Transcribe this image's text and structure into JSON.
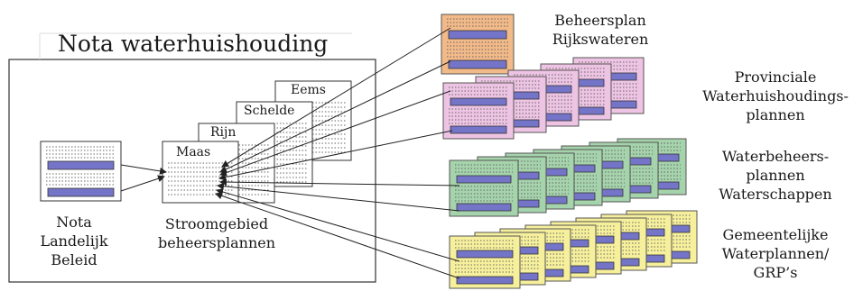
{
  "title": "Nota waterhuishouding",
  "national": {
    "label_lines": [
      "Nota",
      "Landelijk",
      "Beleid"
    ]
  },
  "river_basins": {
    "tabs": [
      "Eems",
      "Schelde",
      "Rijn",
      "Maas"
    ],
    "label_lines": [
      "Stroomgebied",
      "beheersplannen"
    ]
  },
  "plan_groups": [
    {
      "label_lines": [
        "Beheersplan",
        "Rijkswateren"
      ],
      "color": "#f2b989"
    },
    {
      "label_lines": [
        "Provinciale",
        "Waterhuishoudings-",
        "plannen"
      ],
      "color": "#eec4e4"
    },
    {
      "label_lines": [
        "Waterbeheers-",
        "plannen",
        "Waterschappen"
      ],
      "color": "#a5d3ac"
    },
    {
      "label_lines": [
        "Gemeentelijke",
        "Waterplannen/",
        "GRP’s"
      ],
      "color": "#f6f09c"
    }
  ],
  "colors": {
    "bar": "#7474c8",
    "stroke": "#333333"
  }
}
